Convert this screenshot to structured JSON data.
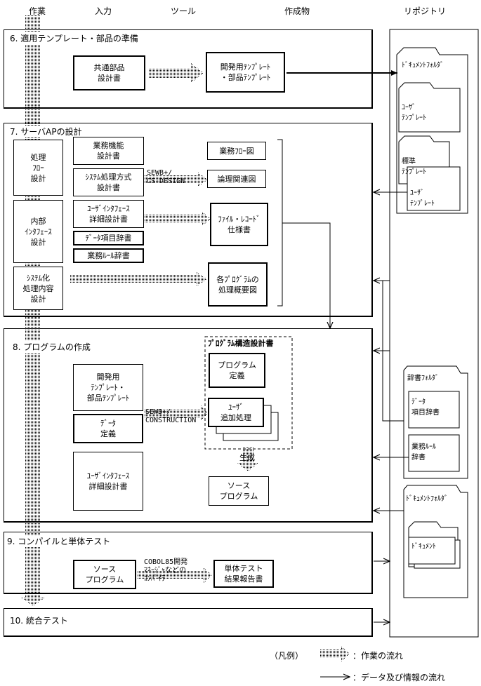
{
  "headers": {
    "work": "作業",
    "input": "入力",
    "tool": "ツール",
    "output": "作成物",
    "repository": "リポジトリ"
  },
  "sections": {
    "s6": {
      "title": "6. 適用テンプレート・部品の準備"
    },
    "s7": {
      "title": "7. サーバAPの設計"
    },
    "s8": {
      "title": "8. プログラムの作成"
    },
    "s9": {
      "title": "9. コンパイルと単体テスト"
    },
    "s10": {
      "title": "10. 統合テスト"
    }
  },
  "s6": {
    "input": "共通部品\n設計書",
    "output": "開発用ﾃﾝﾌﾟﾚｰﾄ\n・部品ﾃﾝﾌﾟﾚｰﾄ"
  },
  "s7": {
    "work1": "処理\nﾌﾛｰ\n設計",
    "work2": "内部\nｲﾝﾀﾌｪｰｽ\n設計",
    "work3": "ｼｽﾃﾑ化\n処理内容\n設計",
    "in1": "業務機能\n設計書",
    "in2": "ｼｽﾃﾑ処理方式\n設計書",
    "in3": "ﾕｰｻﾞｲﾝﾀﾌｪｰｽ\n詳細設計書",
    "in4": "ﾃﾞｰﾀ項目辞書",
    "in5": "業務ﾙｰﾙ辞書",
    "tool": "SEWB+/\nCS-DESIGN",
    "out1": "業務ﾌﾛｰ図",
    "out2": "論理関連図",
    "out3": "ﾌｧｲﾙ・ﾚｺｰﾄﾞ\n仕様書",
    "out4": "各ﾌﾟﾛｸﾞﾗﾑの\n処理概要図"
  },
  "s8": {
    "in1": "開発用\nﾃﾝﾌﾟﾚｰﾄ・\n部品ﾃﾝﾌﾟﾚｰﾄ",
    "in2": "ﾃﾞｰﾀ\n定義",
    "in3": "ﾕｰｻﾞｲﾝﾀﾌｪｰｽ\n詳細設計書",
    "tool": "SEWB+/\nCONSTRUCTION",
    "group": "ﾌﾟﾛｸﾞﾗﾑ構造設計書",
    "def": "プログラム\n定義",
    "user": "ﾕｰｻﾞ\n追加処理",
    "gen": "生成",
    "src": "ソース\nプログラム"
  },
  "s9": {
    "in": "ソース\nプログラム",
    "tool": "COBOL85開発\nﾏﾈｰｼﾞｬなどの\nｺﾝﾊﾟｲﾗ",
    "out": "単体テスト\n結果報告書"
  },
  "repo": {
    "docFolder1": "ﾄﾞｷｭﾒﾝﾄﾌｫﾙﾀﾞ",
    "userTpl": "ﾕｰｻﾞ\nﾃﾝﾌﾟﾚｰﾄ",
    "stdTpl": "標準\nﾃﾝﾌﾟﾚｰﾄ",
    "userTpl2": "ﾕｰｻﾞ\nﾃﾝﾌﾟﾚｰﾄ",
    "dictFolder": "辞書ﾌｫﾙﾀﾞ",
    "dataDict": "ﾃﾞｰﾀ\n項目辞書",
    "ruleDict": "業務ﾙｰﾙ\n辞書",
    "docFolder2": "ﾄﾞｷｭﾒﾝﾄﾌｫﾙﾀﾞ",
    "doc": "ﾄﾞｷｭﾒﾝﾄ"
  },
  "legend": {
    "title": "（凡例）",
    "work_flow": "：作業の流れ",
    "data_flow": "：データ及び情報の流れ"
  }
}
